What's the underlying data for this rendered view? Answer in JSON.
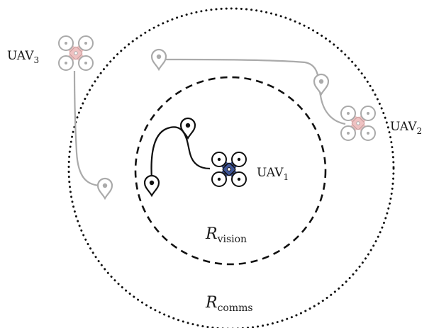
{
  "colors": {
    "ink": "#111111",
    "faded": "#aaaaaa",
    "uav1_body": "#3f5597",
    "uav_other_body": "#f0c2c2"
  },
  "regions": {
    "vision": {
      "label": "R",
      "sub": "vision",
      "style": "dashed"
    },
    "comms": {
      "label": "R",
      "sub": "comms",
      "style": "dotted"
    }
  },
  "uavs": [
    {
      "id": "uav1",
      "label": "UAV",
      "sub": "1",
      "style": "primary"
    },
    {
      "id": "uav2",
      "label": "UAV",
      "sub": "2",
      "style": "faded"
    },
    {
      "id": "uav3",
      "label": "UAV",
      "sub": "3",
      "style": "faded"
    }
  ],
  "icons": {
    "drone": "quadcopter-icon",
    "waypoint": "map-pin-icon"
  }
}
